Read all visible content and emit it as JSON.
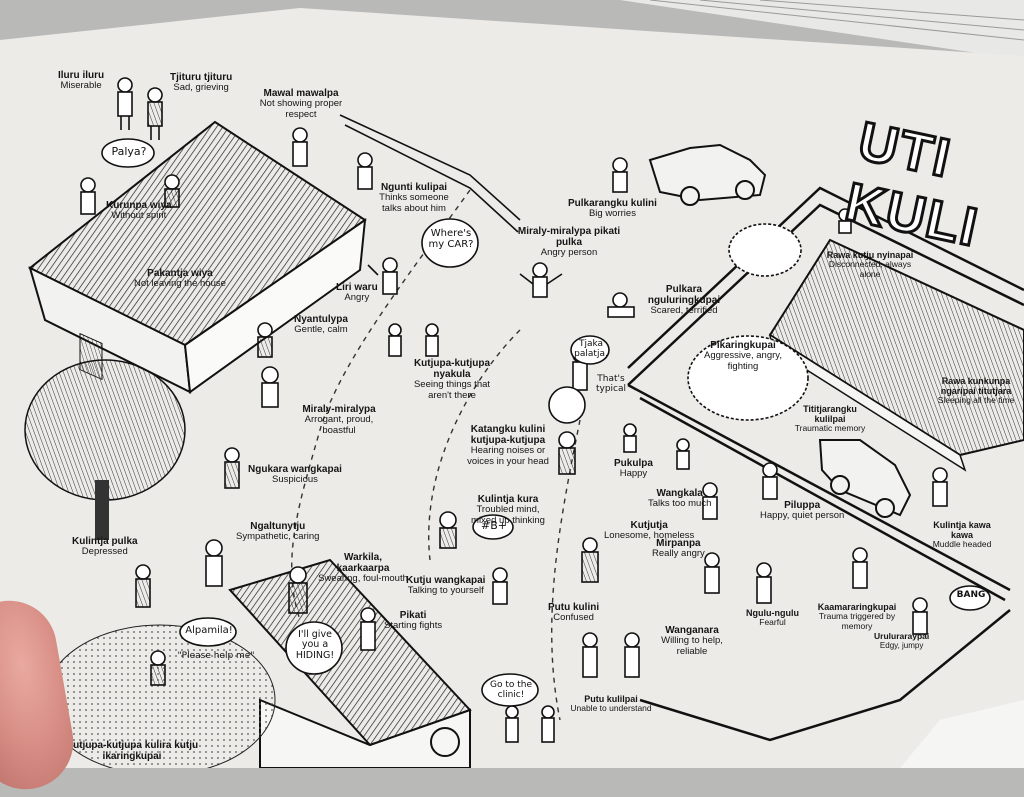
{
  "poster": {
    "title_fragment": "UTI KULI"
  },
  "labels": [
    {
      "term": "Iluru iluru",
      "gloss": "Miserable"
    },
    {
      "term": "Tjituru tjituru",
      "gloss": "Sad, grieving"
    },
    {
      "term": "Mawal mawalpa",
      "gloss": "Not showing proper respect"
    },
    {
      "term": "Kurunpa wiya",
      "gloss": "Without spirit"
    },
    {
      "term": "Ngunti kulipai",
      "gloss": "Thinks someone talks about him"
    },
    {
      "term": "Pulkarangku kulini",
      "gloss": "Big worries"
    },
    {
      "term": "Miraly-miralypa pikati pulka",
      "gloss": "Angry person"
    },
    {
      "term": "Pakantja wiya",
      "gloss": "Not leaving the house"
    },
    {
      "term": "Liri waru",
      "gloss": "Angry"
    },
    {
      "term": "Pulkara nguluringkupai",
      "gloss": "Scared, terrified"
    },
    {
      "term": "Rawa kutju nyinapai",
      "gloss": "Disconnected, always alone"
    },
    {
      "term": "Nyantulypa",
      "gloss": "Gentle, calm"
    },
    {
      "term": "Pikaringkupai",
      "gloss": "Aggressive, angry, fighting"
    },
    {
      "term": "Kutjupa-kutjupa nyakula",
      "gloss": "Seeing things that aren't there"
    },
    {
      "term": "Miraly-miralypa",
      "gloss": "Arrogant, proud, boastful"
    },
    {
      "term": "Rawa kunkunpa ngaripai titutjara",
      "gloss": "Sleeping all the time"
    },
    {
      "term": "Tititjarangku kulilpai",
      "gloss": "Traumatic memory"
    },
    {
      "term": "Katangku kulini kutjupa-kutjupa",
      "gloss": "Hearing noises or voices in your head"
    },
    {
      "term": "Ngukara wangkapai",
      "gloss": "Suspicious"
    },
    {
      "term": "Pukulpa",
      "gloss": "Happy"
    },
    {
      "term": "Wangkala",
      "gloss": "Talks too much"
    },
    {
      "term": "Piluppa",
      "gloss": "Happy, quiet person"
    },
    {
      "term": "Kulintja kura",
      "gloss": "Troubled mind, mixed up thinking"
    },
    {
      "term": "Ngaltunytju",
      "gloss": "Sympathetic, caring"
    },
    {
      "term": "Kutjutja",
      "gloss": "Lonesome, homeless"
    },
    {
      "term": "Kulintja pulka",
      "gloss": "Depressed"
    },
    {
      "term": "Kulintja kawa kawa",
      "gloss": "Muddle headed"
    },
    {
      "term": "Warkila, kaarkaarpa",
      "gloss": "Swearing, foul-mouth"
    },
    {
      "term": "Mirpanpa",
      "gloss": "Really angry"
    },
    {
      "term": "Kutju wangkapai",
      "gloss": "Talking to yourself"
    },
    {
      "term": "Ngulu-ngulu",
      "gloss": "Fearful"
    },
    {
      "term": "Kaamararingkupai",
      "gloss": "Trauma triggered by memory"
    },
    {
      "term": "Pikati",
      "gloss": "Starting fights"
    },
    {
      "term": "Putu kulini",
      "gloss": "Confused"
    },
    {
      "term": "Wanganara",
      "gloss": "Willing to help, reliable"
    },
    {
      "term": "Uruluraraypai",
      "gloss": "Edgy, jumpy"
    },
    {
      "term": "Putu kulilpai",
      "gloss": "Unable to understand"
    },
    {
      "term": "Kutjupa-kutjupa kulira kutju ikaringkupai",
      "gloss": ""
    }
  ],
  "bubbles": [
    {
      "text": "Palya?"
    },
    {
      "text": "Where's my CAR?"
    },
    {
      "text": "Tjaka palatja."
    },
    {
      "text": "That's typical"
    },
    {
      "text": "#B+"
    },
    {
      "text": "Alpamila!"
    },
    {
      "text": "\"Please help me\""
    },
    {
      "text": "I'll give you a HIDING!"
    },
    {
      "text": "Go to the clinic!"
    },
    {
      "text": "BANG"
    }
  ],
  "colors": {
    "paper": "#ecebe8",
    "ink": "#151515",
    "background": "#b9b9b7"
  }
}
